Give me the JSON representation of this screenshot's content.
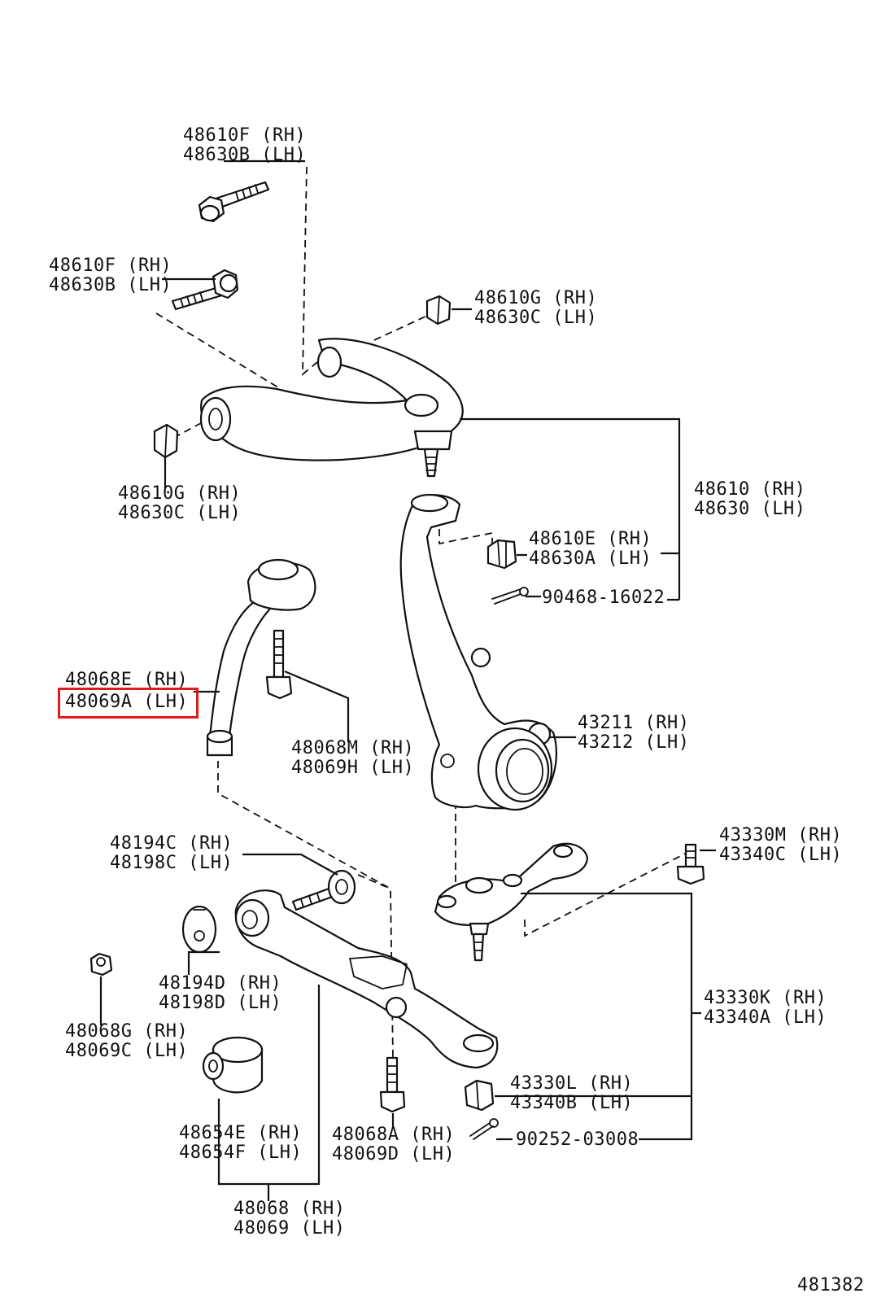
{
  "highlight_color": "#e01b1b",
  "labels": {
    "bolt_top": [
      "48610F (RH)",
      "48630B (LH)"
    ],
    "bolt_left": [
      "48610F (RH)",
      "48630B (LH)"
    ],
    "bushing_upper_right": [
      "48610G (RH)",
      "48630C (LH)"
    ],
    "bushing_upper_left": [
      "48610G (RH)",
      "48630C (LH)"
    ],
    "upper_arm": [
      "48610 (RH)",
      "48630 (LH)"
    ],
    "upper_nut": [
      "48610E (RH)",
      "48630A (LH)"
    ],
    "upper_pin": "90468-16022",
    "strut_rod": [
      "48068E (RH)",
      "48069A (LH)"
    ],
    "strut_bolt": [
      "48068M (RH)",
      "48069H (LH)"
    ],
    "knuckle": [
      "43211 (RH)",
      "43212 (LH)"
    ],
    "cam_bolt": [
      "48194C (RH)",
      "48198C (LH)"
    ],
    "ball_bolt": [
      "43330M (RH)",
      "43340C (LH)"
    ],
    "cam_plate": [
      "48194D (RH)",
      "48198D (LH)"
    ],
    "lower_ball_joint": [
      "43330K (RH)",
      "43340A (LH)"
    ],
    "lower_nut_small": [
      "48068G (RH)",
      "48069C (LH)"
    ],
    "lower_nut": [
      "43330L (RH)",
      "43340B (LH)"
    ],
    "lower_bushing": [
      "48654E (RH)",
      "48654F (LH)"
    ],
    "lower_bolt": [
      "48068A (RH)",
      "48069D (LH)"
    ],
    "lower_pin": "90252-03008",
    "lower_arm": [
      "48068 (RH)",
      "48069 (LH)"
    ],
    "figure_number": "481382"
  }
}
